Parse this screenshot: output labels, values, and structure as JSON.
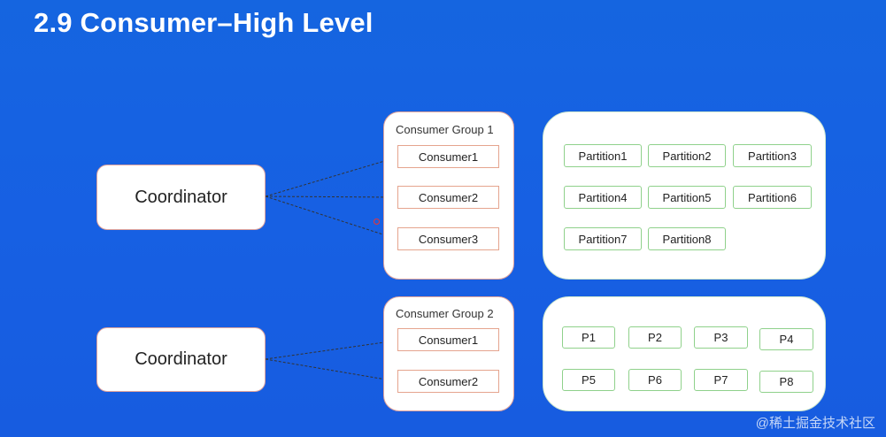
{
  "title": "2.9 Consumer–High Level",
  "top": {
    "coordinator": "Coordinator",
    "group_label": "Consumer Group 1",
    "consumers": [
      "Consumer1",
      "Consumer2",
      "Consumer3"
    ],
    "partitions": [
      "Partition1",
      "Partition2",
      "Partition3",
      "Partition4",
      "Partition5",
      "Partition6",
      "Partition7",
      "Partition8"
    ]
  },
  "bottom": {
    "coordinator": "Coordinator",
    "group_label": "Consumer Group 2",
    "consumers": [
      "Consumer1",
      "Consumer2"
    ],
    "partitions": [
      "P1",
      "P2",
      "P3",
      "P4",
      "P5",
      "P6",
      "P7",
      "P8"
    ]
  },
  "watermark": "@稀土掘金技术社区",
  "colors": {
    "background": "#1762e2",
    "coordinator_border": "#e0a39c",
    "consumer_border": "#e5a48e",
    "partition_border": "#8fd18b",
    "arrow": "#333333"
  }
}
